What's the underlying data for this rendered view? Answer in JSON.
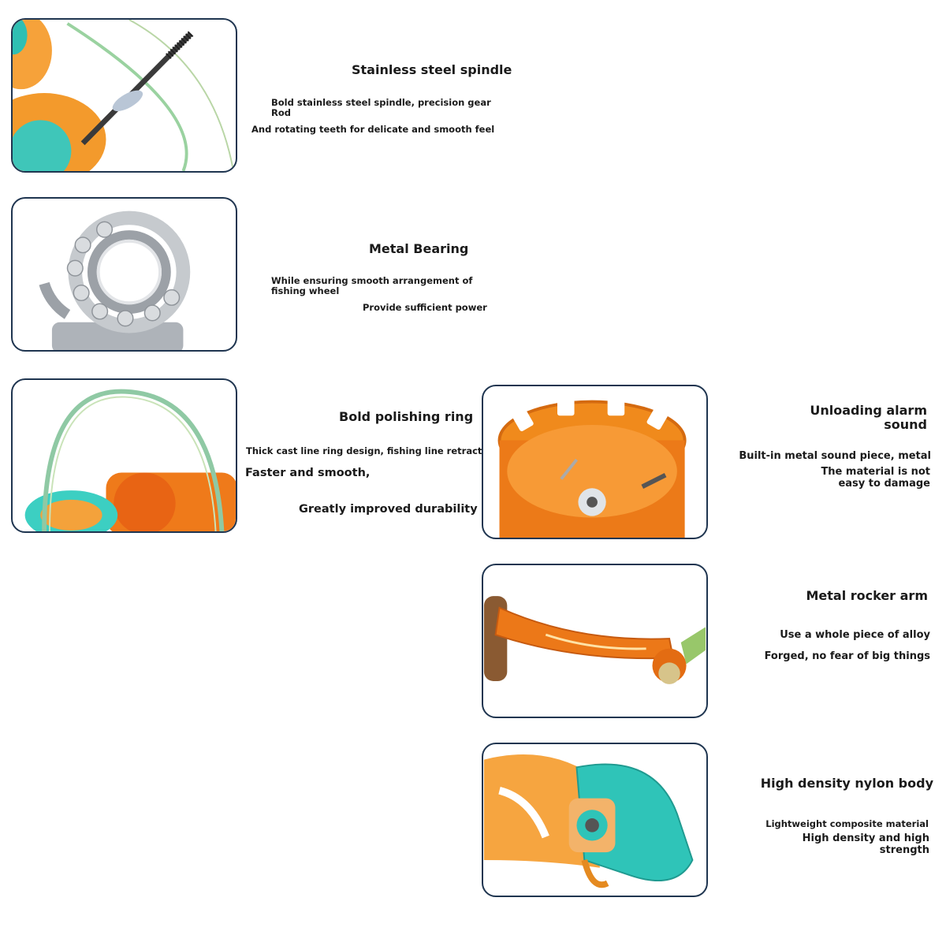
{
  "features": [
    {
      "title": "Stainless steel spindle",
      "lines": [
        "Bold stainless steel spindle, precision gear",
        "Rod",
        "And rotating teeth for delicate and smooth feel"
      ],
      "image_icon": "spindle-image"
    },
    {
      "title": "Metal Bearing",
      "lines": [
        "While ensuring smooth arrangement of",
        "fishing wheel",
        "Provide sufficient power"
      ],
      "image_icon": "bearing-image"
    },
    {
      "title": "Bold polishing ring",
      "lines": [
        "Thick cast line ring design, fishing line retractable",
        "Faster and smooth,",
        "Greatly improved durability"
      ],
      "image_icon": "line-roller-image"
    },
    {
      "title_lines": [
        "Unloading alarm",
        "sound"
      ],
      "lines": [
        "Built-in metal sound piece, metal",
        "The material is not",
        "easy to damage"
      ],
      "image_icon": "spool-cup-image"
    },
    {
      "title": "Metal rocker arm",
      "lines": [
        "Use a whole piece of alloy",
        "Forged, no fear of big things"
      ],
      "image_icon": "crank-arm-image"
    },
    {
      "title": "High density nylon body",
      "lines": [
        "Lightweight composite material",
        "High density and high",
        "strength"
      ],
      "image_icon": "reel-body-image"
    }
  ],
  "colors": {
    "border": "#1f3550",
    "orange": "#f08a1c",
    "teal": "#2fc4b8",
    "steel": "#b8bcc2"
  }
}
